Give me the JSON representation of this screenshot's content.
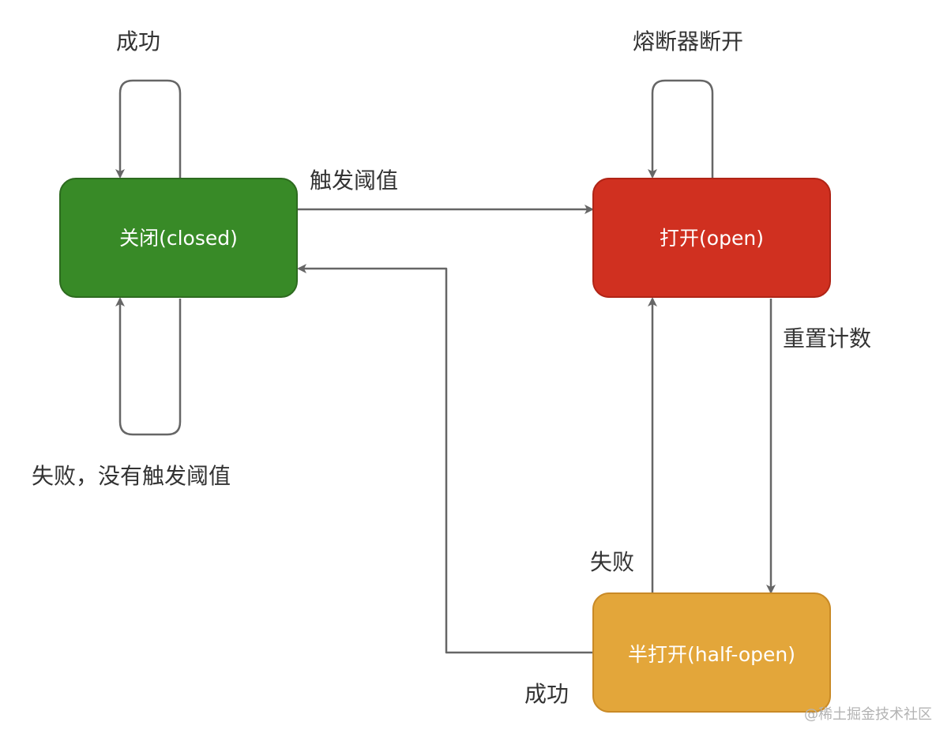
{
  "diagram": {
    "nodes": {
      "closed": {
        "label": "关闭(closed)",
        "fill": "#388a27",
        "stroke": "#2d6b1f"
      },
      "open": {
        "label": "打开(open)",
        "fill": "#d03020",
        "stroke": "#b02416"
      },
      "half_open": {
        "label": "半打开(half-open)",
        "fill": "#e3a63a",
        "stroke": "#c98a26"
      }
    },
    "edges": {
      "closed_success": "成功",
      "closed_failure": "失败，没有触发阈值",
      "closed_to_open": "触发阈值",
      "open_self": "熔断器断开",
      "open_to_half_open": "重置计数",
      "half_open_to_open": "失败",
      "half_open_to_closed": "成功"
    },
    "edge_color": "#666666"
  },
  "watermark": "@稀土掘金技术社区"
}
